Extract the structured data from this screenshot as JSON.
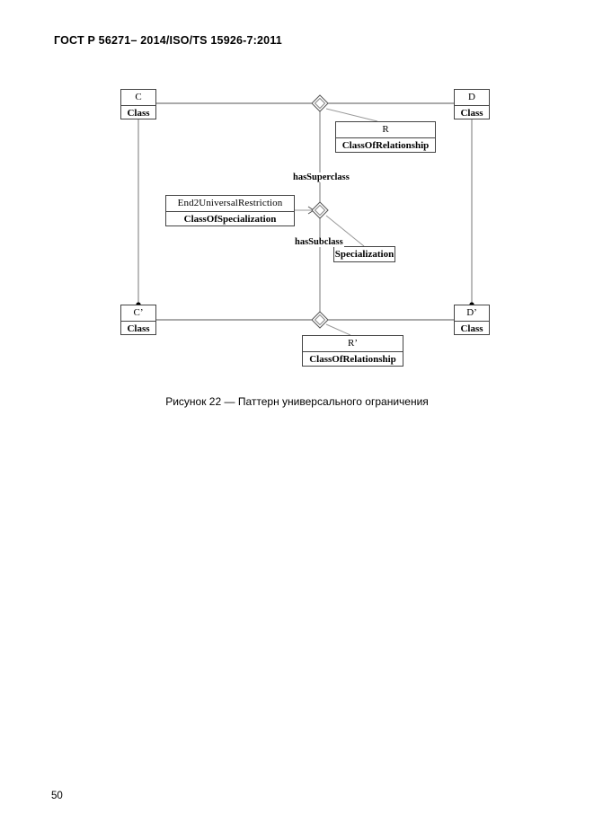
{
  "document": {
    "header": "ГОСТ Р 56271– 2014/ISO/TS 15926-7:2011",
    "page_number": "50"
  },
  "figure": {
    "caption": "Рисунок 22 — Паттерн универсального ограничения",
    "line_color": "#555555",
    "box_border_color": "#444444",
    "boxes": [
      {
        "id": "C",
        "name": "C",
        "type": "Class"
      },
      {
        "id": "D",
        "name": "D",
        "type": "Class"
      },
      {
        "id": "Cp",
        "name": "C’",
        "type": "Class"
      },
      {
        "id": "Dp",
        "name": "D’",
        "type": "Class"
      },
      {
        "id": "R",
        "name": "R",
        "type": "ClassOfRelationship"
      },
      {
        "id": "Rp",
        "name": "R’",
        "type": "ClassOfRelationship"
      },
      {
        "id": "End2",
        "name": "End2UniversalRestriction",
        "type": "ClassOfSpecialization"
      }
    ],
    "plain_boxes": [
      {
        "id": "Spec",
        "label": "Specialization"
      }
    ],
    "edge_labels": [
      {
        "id": "hasSuperclass",
        "label": "hasSuperclass"
      },
      {
        "id": "hasSubclass",
        "label": "hasSubclass"
      }
    ]
  }
}
